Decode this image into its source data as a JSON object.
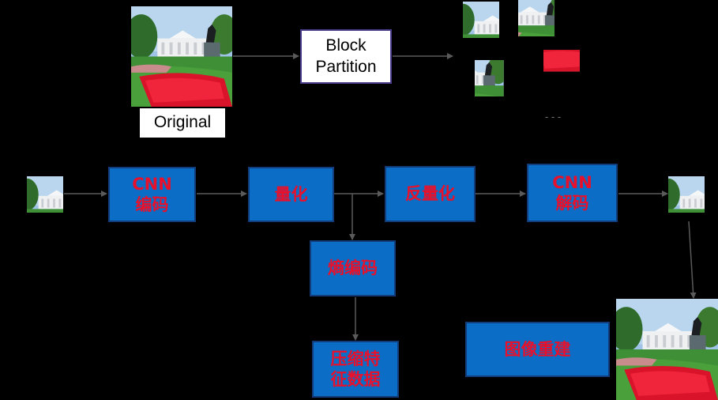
{
  "colors": {
    "background": "#000000",
    "box_fill": "#0b6dc6",
    "box_border": "#123c7a",
    "box_text": "#e8102a",
    "arrow": "#5a5a5a"
  },
  "top_row": {
    "original_label": "Original",
    "partition_label": "Block\nPartition",
    "ellipsis": "- - -"
  },
  "pipeline": {
    "cnn_encode": "CNN\n编码",
    "quantize": "量化",
    "dequantize": "反量化",
    "cnn_decode": "CNN\n解码",
    "entropy_coding": "熵编码",
    "compressed_features": "压缩特\n征数据",
    "reconstruction": "图像重建"
  }
}
